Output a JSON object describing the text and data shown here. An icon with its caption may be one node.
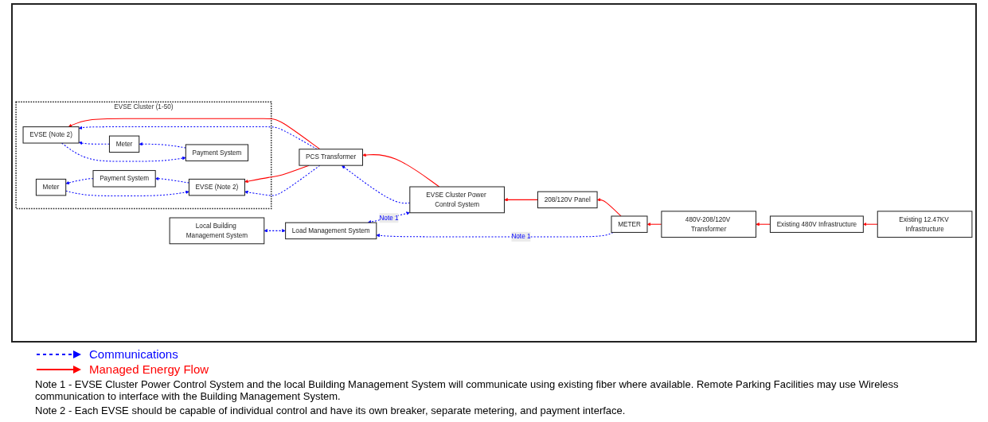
{
  "diagram": {
    "nodes": [
      {
        "text": [
          "EVSE Cluster (1-50)"
        ]
      },
      {
        "text": [
          "Payment System"
        ],
        "in": 0
      },
      {
        "text": [
          "EVSE (Note 2)"
        ],
        "in": 0
      },
      {
        "text": [
          "Meter"
        ],
        "in": 0
      },
      {
        "text": [
          "EVSE (Note 2)"
        ],
        "in": 0
      },
      {
        "text": [
          "Payment System"
        ],
        "in": 0
      },
      {
        "text": [
          "Meter"
        ],
        "in": 0
      },
      {
        "text": [
          "PCS Transformer"
        ]
      },
      {
        "text": [
          "EVSE Cluster Power Control System"
        ]
      },
      {
        "text": [
          "208/120V Panel"
        ]
      },
      {
        "text": [
          "METER"
        ]
      },
      {
        "text": [
          "480V-208/120V Transformer"
        ]
      },
      {
        "text": [
          "Existing 480V Infrastructure"
        ]
      },
      {
        "text": [
          "Existing 12.47KV Infrastructure"
        ]
      },
      {
        "text": [
          "Load Management System"
        ]
      },
      {
        "text": [
          "Local Building Management System"
        ]
      }
    ],
    "edges": [
      {
        "from": 13,
        "to": 12,
        "arrow": "to",
        "color": "#ff0000"
      },
      {
        "from": 12,
        "to": 11,
        "arrow": "to",
        "color": "#ff0000"
      },
      {
        "from": 11,
        "to": 10,
        "arrow": "to",
        "color": "#ff0000"
      },
      {
        "from": 10,
        "to": 9,
        "arrow": "to",
        "color": "#ff0000"
      },
      {
        "from": 9,
        "to": 8,
        "arrow": "to",
        "color": "#ff0000"
      },
      {
        "from": 8,
        "to": 7,
        "arrow": "to",
        "color": "#ff0000"
      },
      {
        "from": 7,
        "to": 2,
        "arrow": "to",
        "color": "#ff0000"
      },
      {
        "from": 7,
        "to": 4,
        "arrow": "to",
        "color": "#ff0000"
      },
      {
        "from": 8,
        "to": 7,
        "arrow": "to",
        "style": "dashed"
      },
      {
        "from": 7,
        "to": 2,
        "arrow": "to",
        "style": "dashed"
      },
      {
        "from": 7,
        "to": 4,
        "arrow": "to",
        "style": "dashed"
      },
      {
        "from": 2,
        "to": 1,
        "arrow": "to",
        "style": "dashed"
      },
      {
        "from": 1,
        "to": 3,
        "arrow": "to",
        "style": "dashed"
      },
      {
        "from": 3,
        "to": 2,
        "arrow": "to",
        "style": "dashed"
      },
      {
        "from": 4,
        "to": 5,
        "arrow": "to",
        "style": "dashed"
      },
      {
        "from": 5,
        "to": 6,
        "arrow": "to",
        "style": "dashed"
      },
      {
        "from": 6,
        "to": 4,
        "arrow": "to",
        "style": "dashed"
      },
      {
        "from": 8,
        "to": 14,
        "arrow": "both",
        "style": "dashed",
        "label": "Note 1"
      },
      {
        "from": 10,
        "to": 14,
        "arrow": "to",
        "style": "dashed",
        "label": "Note 1"
      },
      {
        "from": 14,
        "to": 15,
        "arrow": "both",
        "style": "dashed"
      }
    ],
    "labels": [
      "Note 1 - EVSE Cluster Power Control System and the local Building Management System will communicate using existing fiber where available. Remote Parking Facilities may use Wireless communication to interface with the Building Management System.",
      "Note 2 - Each EVSE should be capable of individual control and have its own breaker, separate metering, and payment interface."
    ],
    "legend": [
      {
        "text": "Communications"
      },
      {
        "text": "Managed Energy Flow"
      }
    ]
  }
}
